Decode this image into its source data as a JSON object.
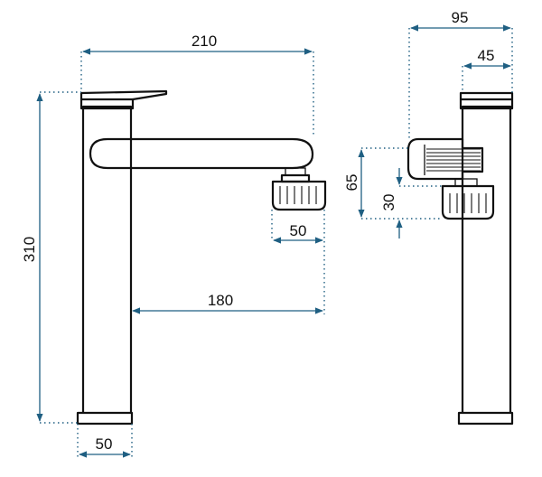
{
  "colors": {
    "outline": "#111111",
    "dimension": "#1f5f82",
    "background": "#ffffff"
  },
  "dimensions": {
    "front_spout_reach": "210",
    "front_total_height": "310",
    "front_aerator_width": "50",
    "front_spout_offset": "180",
    "front_base_width": "50",
    "side_total_depth": "95",
    "side_body_depth": "45",
    "side_handle_height": "65",
    "side_aerator_height": "30"
  }
}
